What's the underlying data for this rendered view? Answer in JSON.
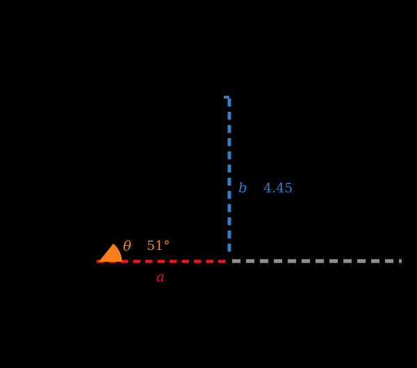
{
  "figure": {
    "angle_label": "θ",
    "angle_value": "51°",
    "side_a_label": "a",
    "side_b_label": "b",
    "side_b_value": "4.45"
  },
  "geometry": {
    "theta_degrees": 51,
    "opposite_side_b": 4.45
  },
  "colors": {
    "background": "#000000",
    "red": "#e41a1c",
    "orange": "#f87f1e",
    "blue": "#3b7dbf",
    "gray": "#8e8e8e"
  }
}
